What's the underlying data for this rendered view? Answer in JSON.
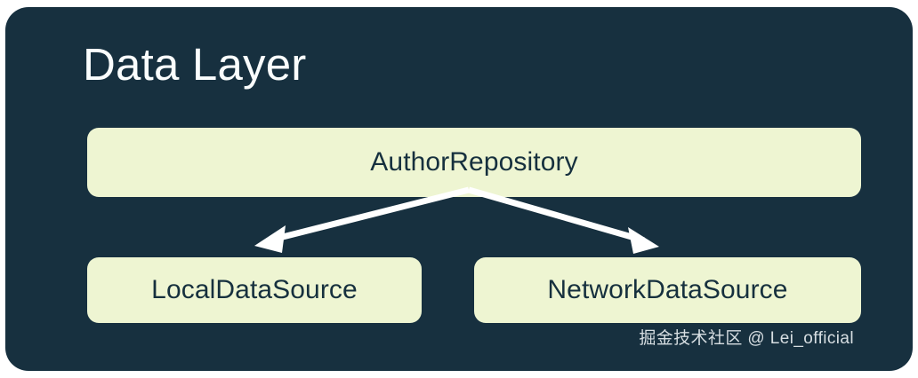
{
  "diagram": {
    "title": "Data Layer",
    "card_color": "#17303F",
    "node_fill": "#EEF5D2",
    "node_text_color": "#16303E",
    "title_color": "#FAFDFD",
    "arrow_color": "#FFFFFF",
    "nodes": [
      {
        "id": "repository",
        "label": "AuthorRepository"
      },
      {
        "id": "local",
        "label": "LocalDataSource"
      },
      {
        "id": "network",
        "label": "NetworkDataSource"
      }
    ],
    "edges": [
      {
        "from": "repository",
        "to": "local",
        "kind": "dependency-arrow"
      },
      {
        "from": "repository",
        "to": "network",
        "kind": "dependency-arrow"
      }
    ]
  },
  "watermark": {
    "text": "掘金技术社区 @ Lei_official",
    "color": "#D7DEE2"
  }
}
